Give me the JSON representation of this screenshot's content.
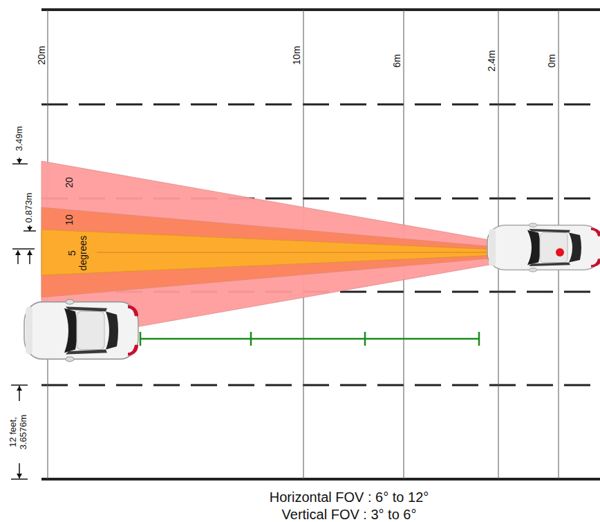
{
  "diagram": {
    "labels": [
      "20m",
      "10m",
      "6m",
      "2.4m",
      "0m",
      "3.49m",
      "0.873m",
      "12 feet, 3.6576m",
      "20",
      "10",
      "5 degrees",
      "Horizontal FOV : 6° to 12°",
      "Vertical FOV : 3° to 6°"
    ]
  }
}
